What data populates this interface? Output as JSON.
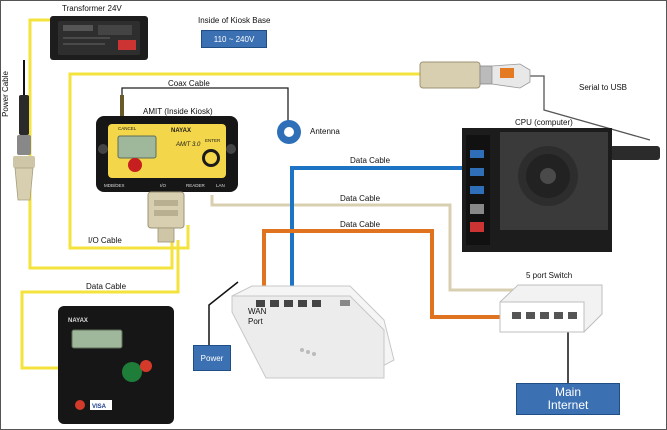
{
  "components": {
    "transformer": "Transformer 24V",
    "kiosk_base": "Inside of Kiosk Base",
    "voltage": "110 ~ 240V",
    "amit": "AMIT (Inside Kiosk)",
    "antenna": "Antenna",
    "cpu": "CPU (computer)",
    "switch": "5 port Switch",
    "power": "Power",
    "main_internet": "Main Internet",
    "wan_port": "WAN Port"
  },
  "cables": {
    "power_cable": "Power Cable",
    "coax": "Coax Cable",
    "serial_usb": "Serial to USB",
    "data1": "Data Cable",
    "data2": "Data Cable",
    "data3": "Data Cable",
    "data_reader": "Data Cable",
    "io_cable": "I/O Cable"
  },
  "device_text": {
    "amit_brand": "NAYAX",
    "amit_model": "AMIT 3.0",
    "amit_left_btn": "CANCEL",
    "amit_right_btn": "ENTER",
    "amit_port_labels": [
      "MDB/DEX",
      "I/O",
      "READER",
      "LAN"
    ],
    "reader_brand": "NAYAX",
    "reader_card": "VISA"
  },
  "colors": {
    "yellow_cable": "#f4e33c",
    "beige_cable": "#d8cfb0",
    "blue_cable": "#1d74c4",
    "orange_cable": "#e0731f",
    "box_blue": "#3b70b3"
  }
}
